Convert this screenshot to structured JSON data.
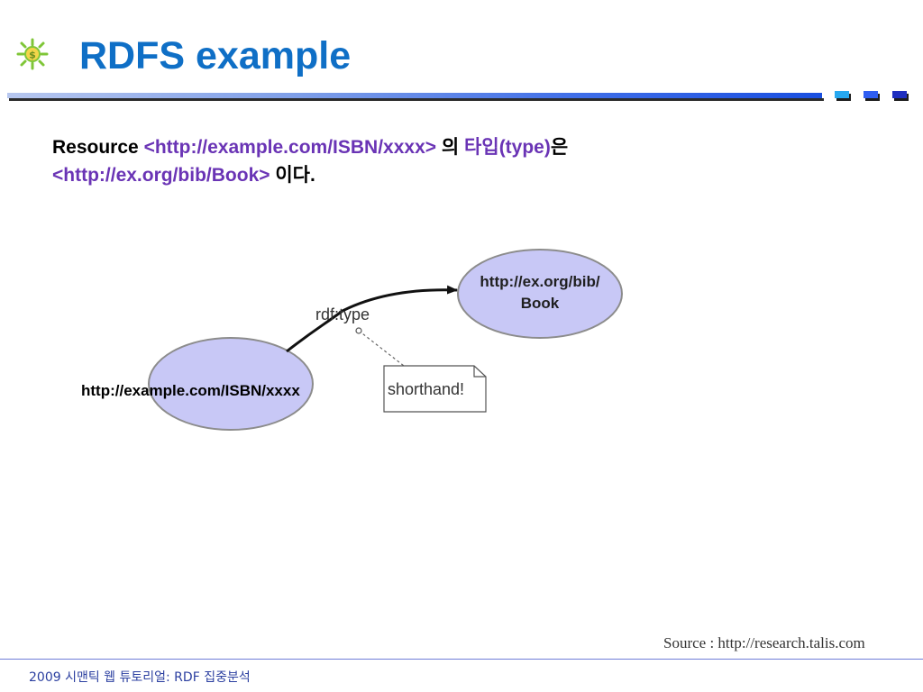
{
  "slide": {
    "title": "RDFS example",
    "logo_icon": "sun-with-dollar-icon",
    "description": {
      "line1": {
        "resource_word": "Resource",
        "resource_uri": "<http://example.com/ISBN/xxxx>",
        "particle_ui": "의",
        "type_korean": "타입",
        "type_english": "(type)",
        "particle_eun": "은"
      },
      "line2": {
        "class_uri": "<http://ex.org/bib/Book>",
        "ending": "이다."
      }
    },
    "diagram": {
      "book_node": {
        "line1": "http://ex.org/bib/",
        "line2": "Book"
      },
      "resource_node_label": "http://example.com/ISBN/xxxx",
      "edge_label": "rdf:type",
      "note_label": "shorthand!",
      "colors": {
        "node_fill": "#c8c8f6",
        "node_stroke": "#8c8c8c",
        "edge": "#111111"
      }
    },
    "source": "Source : http://research.talis.com",
    "footer": "2009 시맨틱 웹 튜토리얼: RDF 집중분석",
    "colors": {
      "title": "#0f6fc6",
      "highlight": "#6a34b5",
      "footer": "#2b3fa0"
    }
  }
}
